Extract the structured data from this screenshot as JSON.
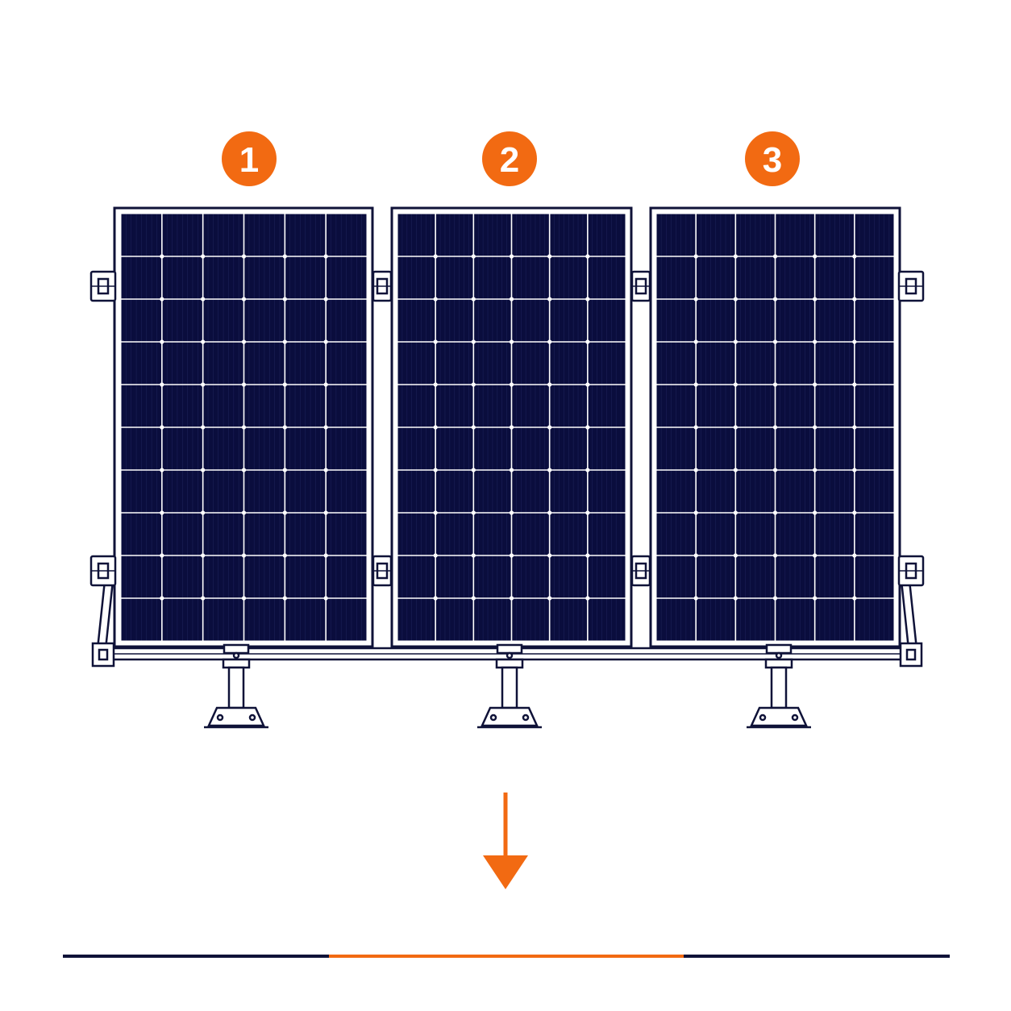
{
  "colors": {
    "background": "#ffffff",
    "line": "#0f1238",
    "panel_cell": "#0a0d3d",
    "panel_grid": "#ffffff",
    "accent": "#f26a12"
  },
  "panels": [
    {
      "number": "1"
    },
    {
      "number": "2"
    },
    {
      "number": "3"
    }
  ],
  "panel_grid": {
    "columns": 6,
    "rows": 10
  },
  "icons": {
    "arrow": "arrow-down-icon",
    "badge": "number-badge"
  },
  "bottom_line": {
    "highlight_from_fraction": 0.3,
    "highlight_to_fraction": 0.7
  }
}
